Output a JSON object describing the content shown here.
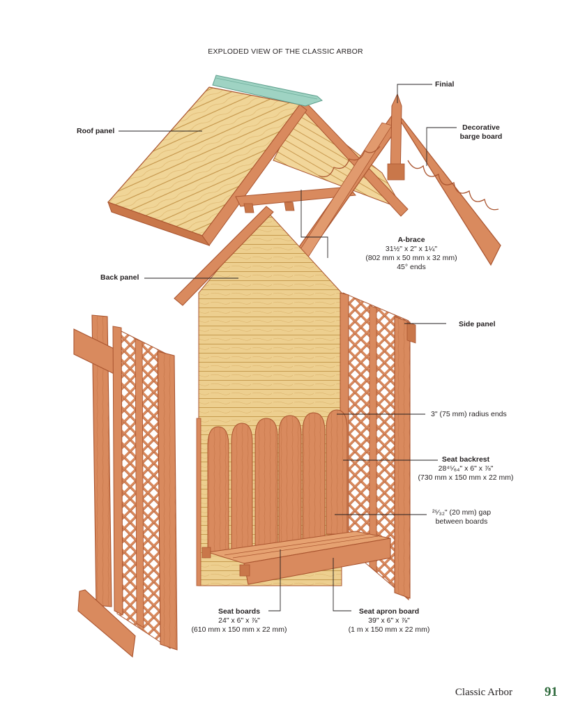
{
  "title": "EXPLODED VIEW OF THE CLASSIC ARBOR",
  "labels": {
    "roof_panel": "Roof panel",
    "finial": "Finial",
    "barge_board": [
      "Decorative",
      "barge board"
    ],
    "a_brace": {
      "name": "A-brace",
      "dims": [
        "31½\" x 2\" x 1¼\"",
        "(802 mm x 50 mm x 32 mm)",
        "45° ends"
      ]
    },
    "back_panel": "Back panel",
    "side_panel": "Side panel",
    "radius_ends": "3\" (75 mm) radius ends",
    "seat_backrest": {
      "name": "Seat backrest",
      "dims": [
        "28⁴⁵⁄₆₄\" x 6\" x ⅞\"",
        "(730 mm x 150 mm x 22 mm)"
      ]
    },
    "gap": [
      "²⁵⁄₃₂\" (20 mm) gap",
      "between boards"
    ],
    "seat_boards": {
      "name": "Seat boards",
      "dims": [
        "24\" x 6\" x ⅞\"",
        "(610 mm x 150 mm x 22 mm)"
      ]
    },
    "seat_apron": {
      "name": "Seat apron board",
      "dims": [
        "39\" x 6\" x ⅞\"",
        "(1 m x 150 mm x 22 mm)"
      ]
    }
  },
  "footer": {
    "chapter": "Classic Arbor",
    "page": "91"
  },
  "colors": {
    "wood": "#d98a5e",
    "wood_dark": "#a9542f",
    "pine": "#edcf8f",
    "pine_line": "#c59a4e",
    "flashing": "#9fd3c3",
    "leader": "#231f20",
    "page_number": "#2e6a3c"
  }
}
